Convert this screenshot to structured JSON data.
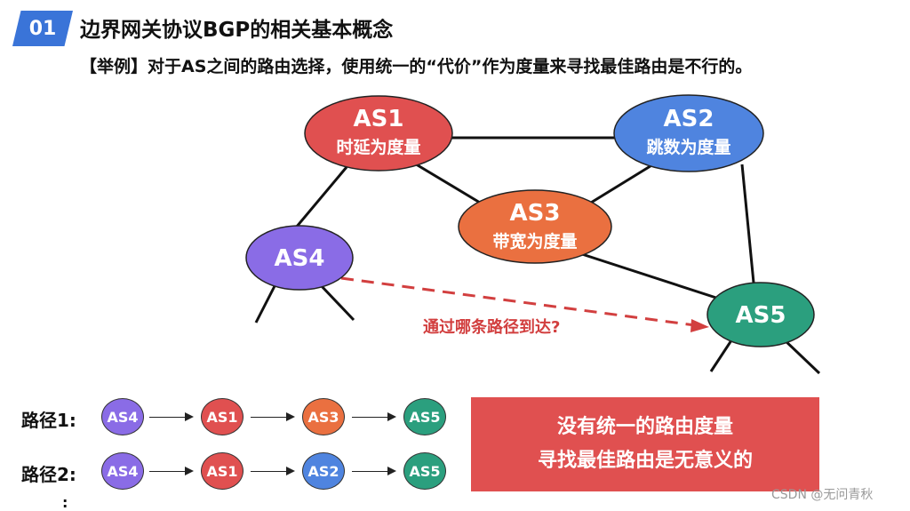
{
  "header": {
    "badge": "01",
    "title": "边界网关协议BGP的相关基本概念",
    "subtitle": "【举例】对于AS之间的路由选择，使用统一的“代价”作为度量来寻找最佳路由是不行的。"
  },
  "diagram": {
    "nodes": {
      "as1": {
        "name": "AS1",
        "metric": "时延为度量",
        "color": "#e05050"
      },
      "as2": {
        "name": "AS2",
        "metric": "跳数为度量",
        "color": "#4f84df"
      },
      "as3": {
        "name": "AS3",
        "metric": "带宽为度量",
        "color": "#ea7040"
      },
      "as4": {
        "name": "AS4",
        "metric": "",
        "color": "#8a6ce6"
      },
      "as5": {
        "name": "AS5",
        "metric": "",
        "color": "#2b9f7e"
      }
    },
    "question": "通过哪条路径到达?"
  },
  "paths": [
    {
      "label": "路径1:",
      "hops": [
        {
          "name": "AS4",
          "color": "#8a6ce6"
        },
        {
          "name": "AS1",
          "color": "#e05050"
        },
        {
          "name": "AS3",
          "color": "#ea7040"
        },
        {
          "name": "AS5",
          "color": "#2b9f7e"
        }
      ]
    },
    {
      "label": "路径2:",
      "hops": [
        {
          "name": "AS4",
          "color": "#8a6ce6"
        },
        {
          "name": "AS1",
          "color": "#e05050"
        },
        {
          "name": "AS2",
          "color": "#4f84df"
        },
        {
          "name": "AS5",
          "color": "#2b9f7e"
        }
      ]
    }
  ],
  "conclusion": {
    "line1": "没有统一的路由度量",
    "line2": "寻找最佳路由是无意义的"
  },
  "watermark": "CSDN @无问青秋",
  "extra_colon": ":"
}
